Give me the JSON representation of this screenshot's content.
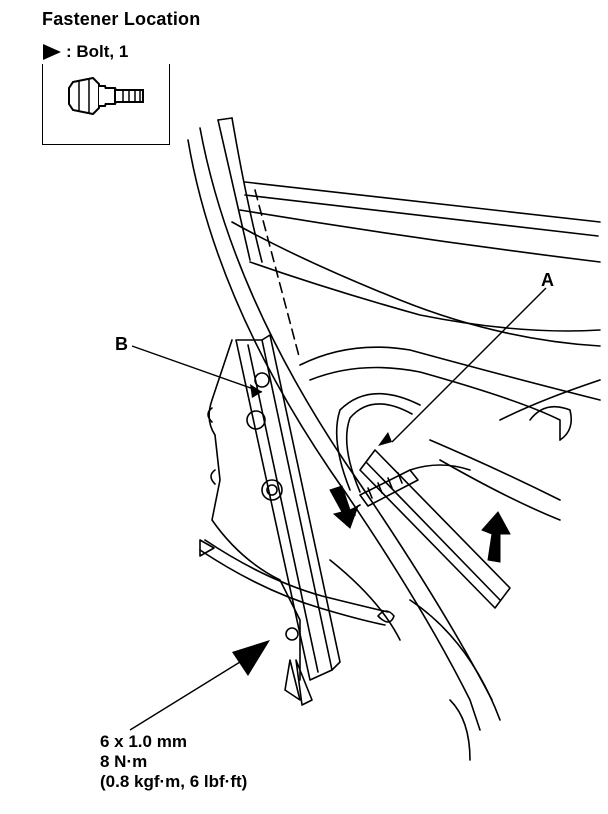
{
  "title": "Fastener Location",
  "legend": {
    "marker_icon": "triangle-marker-icon",
    "label": ": Bolt, 1",
    "bolt_icon": "bolt-icon"
  },
  "callouts": {
    "a": "A",
    "b": "B"
  },
  "spec": {
    "line1": "6 x 1.0 mm",
    "line2": "8 N·m",
    "line3": "(0.8 kgf·m, 6 lbf·ft)"
  },
  "colors": {
    "ink": "#000000",
    "background": "#ffffff"
  }
}
